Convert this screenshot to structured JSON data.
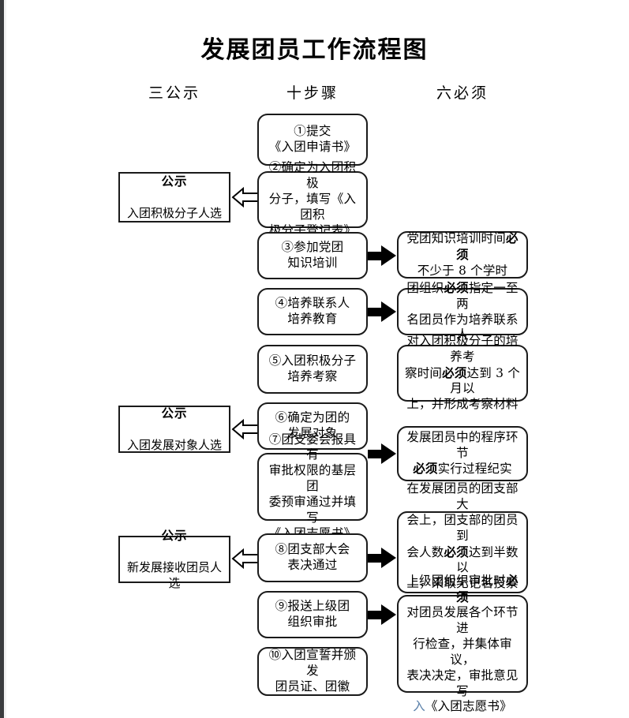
{
  "document": {
    "title": "发展团员工作流程图"
  },
  "columns": {
    "left_header": "三公示",
    "center_header": "十步骤",
    "right_header": "六必须"
  },
  "notices": [
    {
      "title": "公示",
      "subtitle": "入团积极分子人选"
    },
    {
      "title": "公示",
      "subtitle": "入团发展对象人选"
    },
    {
      "title": "公示",
      "subtitle": "新发展接收团员人选"
    }
  ],
  "steps": [
    {
      "number": "①",
      "text": "①提交\n《入团申请书》"
    },
    {
      "number": "②",
      "text": "②确定为入团积极\n分子，填写《入团积\n极分子登记表》"
    },
    {
      "number": "③",
      "text": "③参加党团\n知识培训"
    },
    {
      "number": "④",
      "text": "④培养联系人\n培养教育"
    },
    {
      "number": "⑤",
      "text": "⑤入团积极分子\n培养考察"
    },
    {
      "number": "⑥",
      "text": "⑥确定为团的\n发展对象"
    },
    {
      "number": "⑦",
      "text": "⑦团支委会报具有\n审批权限的基层团\n委预审通过并填写\n《入团志愿书》"
    },
    {
      "number": "⑧",
      "text": "⑧团支部大会\n表决通过"
    },
    {
      "number": "⑨",
      "text": "⑨报送上级团\n组织审批"
    },
    {
      "number": "⑩",
      "text": "⑩入团宣誓并颁发\n团员证、团徽"
    }
  ],
  "requirements": [
    {
      "id": "req-1",
      "parts": [
        {
          "t": "党团知识培训时间",
          "bold": false
        },
        {
          "t": "必须",
          "bold": true
        },
        {
          "t": "\n不少于 8 个学时",
          "bold": false
        }
      ]
    },
    {
      "id": "req-2",
      "parts": [
        {
          "t": "团组织",
          "bold": false
        },
        {
          "t": "必须",
          "bold": true
        },
        {
          "t": "指定一至两\n名团员作为培养联系人",
          "bold": false
        }
      ]
    },
    {
      "id": "req-3",
      "parts": [
        {
          "t": "对入团积极分子的培养考\n察时间",
          "bold": false
        },
        {
          "t": "必须",
          "bold": true
        },
        {
          "t": "达到 3 个月以\n上，并形成考察材料",
          "bold": false
        }
      ]
    },
    {
      "id": "req-4",
      "parts": [
        {
          "t": "发展团员中的程序环节\n",
          "bold": false
        },
        {
          "t": "必须",
          "bold": true
        },
        {
          "t": "实行过程纪实",
          "bold": false
        }
      ]
    },
    {
      "id": "req-5",
      "parts": [
        {
          "t": "在发展团员的团支部大\n会上，团支部的团员到\n会人数",
          "bold": false
        },
        {
          "t": "必须",
          "bold": true
        },
        {
          "t": "达到半数以\n上，采取无记名投票方\n式进行表决",
          "bold": false
        }
      ]
    },
    {
      "id": "req-6",
      "parts": [
        {
          "t": "上级团组织审批时",
          "bold": false
        },
        {
          "t": "必须",
          "bold": true
        },
        {
          "t": "\n对团员发展各个环节进\n行检查，并集体审议，\n表决决定，审批意见写\n",
          "bold": false
        },
        {
          "t": "入",
          "bold": false,
          "color": "ink-blue"
        },
        {
          "t": "《入团志愿书》",
          "bold": false
        }
      ]
    }
  ],
  "colors": {
    "ink": "#1a1a1a",
    "paper": "#ffffff",
    "blue_ink": "#5d82ab",
    "viewer_gutter": "#3a3c3e"
  }
}
